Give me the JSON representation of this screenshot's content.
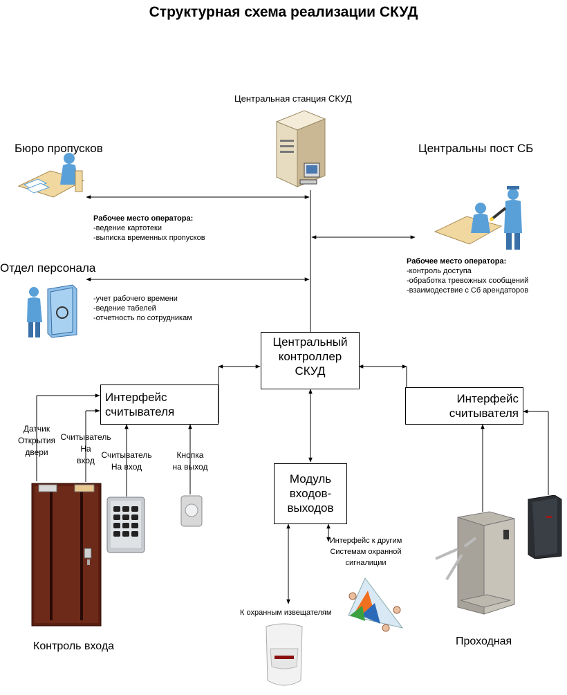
{
  "title": "Структурная схема реализации СКУД",
  "central_station": {
    "label": "Центральная станция СКУД"
  },
  "bureau": {
    "label": "Бюро пропусков",
    "operator_title": "Рабочее место оператора:",
    "tasks": [
      "-ведение картотеки",
      "-выписка временных пропусков"
    ]
  },
  "personnel": {
    "label": "Отдел персонала",
    "tasks": [
      "-учет рабочего времени",
      "-ведение табелей",
      "-отчетность по сотрудникам"
    ]
  },
  "security_post": {
    "label": "Центральны пост СБ",
    "operator_title": "Рабочее место оператора:",
    "tasks": [
      "-контроль доступа",
      "-обработка тревожных сообщений",
      "-взаимодествие с Сб арендаторов"
    ]
  },
  "controller": {
    "lines": [
      "Центральный",
      "контроллер",
      "СКУД"
    ]
  },
  "reader_interface_left": {
    "lines": [
      "Интерфейс",
      "считывателя"
    ]
  },
  "reader_interface_right": {
    "lines": [
      "Интерфейс",
      "считывателя"
    ]
  },
  "io_module": {
    "lines": [
      "Модуль",
      "входов-",
      "выходов"
    ]
  },
  "door_sensor": {
    "lines": [
      "Датчик",
      "Открытия",
      "двери"
    ]
  },
  "reader_door": {
    "lines": [
      "Считыватель",
      "На",
      "вход"
    ]
  },
  "reader_keypad": {
    "lines": [
      "Считыватель",
      "На вход"
    ]
  },
  "exit_button": {
    "lines": [
      "Кнопка",
      "на выход"
    ]
  },
  "alarm_interface": {
    "lines": [
      "Интерфейс к другим",
      "Системам охранной",
      "сигналиции"
    ]
  },
  "detectors": {
    "label": "К охранным извещателям"
  },
  "entry_control": {
    "label": "Контроль входа"
  },
  "checkpoint": {
    "label": "Проходная"
  },
  "colors": {
    "line": "#000000",
    "door": "#5a1f12",
    "server": "#e8dcc0",
    "person": "#5aa0d8"
  }
}
